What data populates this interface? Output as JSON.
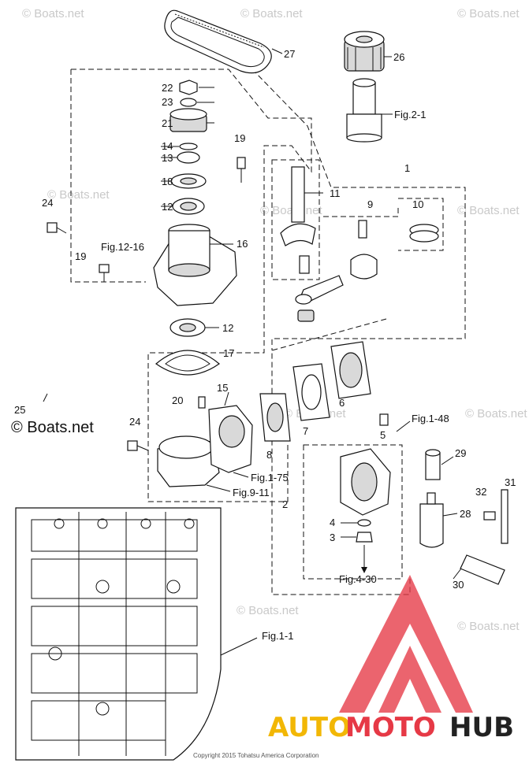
{
  "watermark": {
    "text": "© Boats.net",
    "prominent_text": "© Boats.net"
  },
  "labels": [
    {
      "id": "p27",
      "text": "27"
    },
    {
      "id": "p26",
      "text": "26"
    },
    {
      "id": "p22",
      "text": "22"
    },
    {
      "id": "p23",
      "text": "23"
    },
    {
      "id": "p21",
      "text": "21"
    },
    {
      "id": "p14",
      "text": "14"
    },
    {
      "id": "p13",
      "text": "13"
    },
    {
      "id": "p18",
      "text": "18"
    },
    {
      "id": "p12a",
      "text": "12"
    },
    {
      "id": "p19a",
      "text": "19"
    },
    {
      "id": "p24a",
      "text": "24"
    },
    {
      "id": "p16",
      "text": "16"
    },
    {
      "id": "p19b",
      "text": "19"
    },
    {
      "id": "p11",
      "text": "11"
    },
    {
      "id": "p1",
      "text": "1"
    },
    {
      "id": "p9",
      "text": "9"
    },
    {
      "id": "p10",
      "text": "10"
    },
    {
      "id": "p12b",
      "text": "12"
    },
    {
      "id": "p17",
      "text": "17"
    },
    {
      "id": "p15",
      "text": "15"
    },
    {
      "id": "p25",
      "text": "25"
    },
    {
      "id": "p20",
      "text": "20"
    },
    {
      "id": "p24b",
      "text": "24"
    },
    {
      "id": "p6",
      "text": "6"
    },
    {
      "id": "p7",
      "text": "7"
    },
    {
      "id": "p8",
      "text": "8"
    },
    {
      "id": "p5",
      "text": "5"
    },
    {
      "id": "p29",
      "text": "29"
    },
    {
      "id": "p2",
      "text": "2"
    },
    {
      "id": "p31",
      "text": "31"
    },
    {
      "id": "p32",
      "text": "32"
    },
    {
      "id": "p28",
      "text": "28"
    },
    {
      "id": "p4",
      "text": "4"
    },
    {
      "id": "p3",
      "text": "3"
    },
    {
      "id": "p30",
      "text": "30"
    }
  ],
  "references": {
    "fig_2_1": "Fig.2-1",
    "fig_12_16": "Fig.12-16",
    "fig_1_48": "Fig.1-48",
    "fig_1_75": "Fig.1-75",
    "fig_9_11": "Fig.9-11",
    "fig_4_30": "Fig.4-30",
    "fig_1_1": "Fig.1-1"
  },
  "copyright": "Copyright 2015 Tohatsu America Corporation",
  "brand": {
    "auto": "AUTO",
    "moto": "MOTO",
    "hub": "HUB",
    "colors": {
      "auto": "#f2b705",
      "moto": "#e63946",
      "hub": "#222222",
      "logo": "#e63946"
    }
  }
}
